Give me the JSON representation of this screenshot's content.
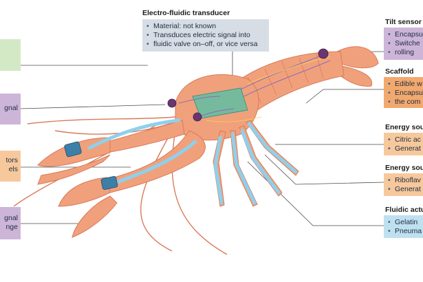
{
  "transducer": {
    "title": "Electro-fluidic transducer",
    "items": [
      "Material: not known",
      "Transduces electric signal into",
      "fluidic valve on–off, or vice versa"
    ]
  },
  "tilt_sensor": {
    "title": "Tilt sensor",
    "items": [
      "Encapsu",
      "Switche",
      "rolling"
    ]
  },
  "scaffold": {
    "title": "Scaffold",
    "items": [
      "Edible w",
      "Encapsu",
      "the com"
    ]
  },
  "energy_source_1": {
    "title": "Energy sou",
    "items": [
      "Citric ac",
      "Generat"
    ]
  },
  "energy_source_2": {
    "title": "Energy sou",
    "items": [
      "Riboflav",
      "Generat"
    ]
  },
  "fluidic_actuator": {
    "title": "Fluidic actu",
    "items": [
      "Gelatin",
      "Pneuma"
    ]
  },
  "left_labels": {
    "box2_text": "gnal",
    "box3_line1": "tors",
    "box3_line2": "els",
    "box4_line1": "gnal",
    "box4_line2": "nge"
  },
  "colors": {
    "body": "#f0a17c",
    "body_dark": "#d97a58",
    "gray": "#d7dde4",
    "green": "#d3e9c6",
    "purple": "#cdb5d8",
    "peach": "#f7c89c",
    "orange": "#f2a96e",
    "blue": "#bfe0ef",
    "tube": "#8fd0ec",
    "circuit": "#4cc3a8"
  }
}
